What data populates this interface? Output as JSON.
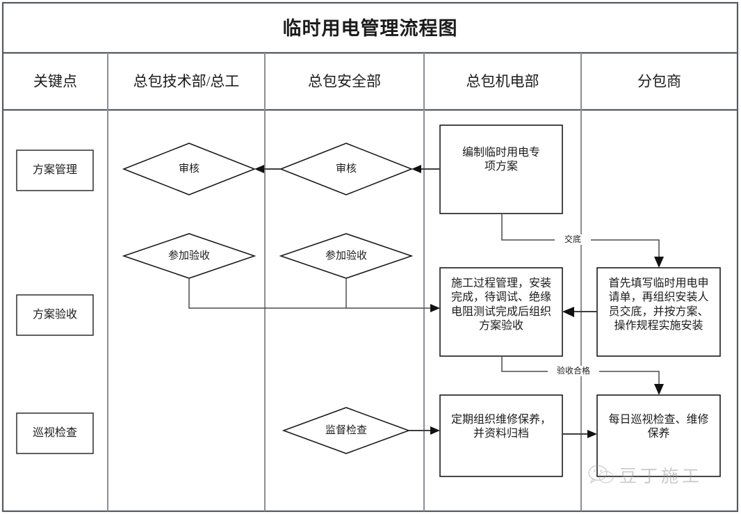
{
  "title": "临时用电管理流程图",
  "columns": [
    {
      "id": "key-points",
      "label": "关键点"
    },
    {
      "id": "tech-dept",
      "label": "总包技术部/总工"
    },
    {
      "id": "safety-dept",
      "label": "总包安全部"
    },
    {
      "id": "mech-elec",
      "label": "总包机电部"
    },
    {
      "id": "subcontract",
      "label": "分包商"
    }
  ],
  "key_points": [
    {
      "id": "plan-management",
      "label": "方案管理"
    },
    {
      "id": "plan-acceptance",
      "label": "方案验收"
    },
    {
      "id": "patrol-inspection",
      "label": "巡视检查"
    }
  ],
  "nodes": [
    {
      "id": "review-tech",
      "shape": "diamond",
      "column": "tech-dept",
      "label": "审核"
    },
    {
      "id": "review-safety",
      "shape": "diamond",
      "column": "safety-dept",
      "label": "审核"
    },
    {
      "id": "join-accept-tech",
      "shape": "diamond",
      "column": "tech-dept",
      "label": "参加验收"
    },
    {
      "id": "join-accept-safety",
      "shape": "diamond",
      "column": "safety-dept",
      "label": "参加验收"
    },
    {
      "id": "supervise-check",
      "shape": "diamond",
      "column": "safety-dept",
      "label": "监督检查"
    },
    {
      "id": "draft-plan",
      "shape": "rect",
      "column": "mech-elec",
      "label": "编制临时用电专\n项方案"
    },
    {
      "id": "process-mgmt",
      "shape": "rect",
      "column": "mech-elec",
      "label": "施工过程管理，安装\n完成，待调试、绝缘\n电阻测试完成后组织\n方案验收"
    },
    {
      "id": "maintenance-file",
      "shape": "rect",
      "column": "mech-elec",
      "label": "定期组织维修保养，\n并资料归档"
    },
    {
      "id": "apply-install",
      "shape": "rect",
      "column": "subcontract",
      "label": "首先填写临时用电申\n请单，再组织安装人\n员交底，并按方案、\n操作规程实施安装"
    },
    {
      "id": "daily-patrol",
      "shape": "rect",
      "column": "subcontract",
      "label": "每日巡视检查、维修\n保养"
    }
  ],
  "edges": [
    {
      "id": "draft-to-review-safety",
      "from": "draft-plan",
      "to": "review-safety",
      "label": ""
    },
    {
      "id": "review-safety-to-tech",
      "from": "review-safety",
      "to": "review-tech",
      "label": ""
    },
    {
      "id": "draft-to-apply",
      "from": "draft-plan",
      "to": "apply-install",
      "label": "交底"
    },
    {
      "id": "apply-to-process",
      "from": "apply-install",
      "to": "process-mgmt",
      "label": ""
    },
    {
      "id": "accept-tech-to-process",
      "from": "join-accept-tech",
      "to": "process-mgmt",
      "label": ""
    },
    {
      "id": "accept-safety-to-process",
      "from": "join-accept-safety",
      "to": "process-mgmt",
      "label": ""
    },
    {
      "id": "process-to-daily",
      "from": "process-mgmt",
      "to": "daily-patrol",
      "label": "验收合格"
    },
    {
      "id": "supervise-to-maint",
      "from": "supervise-check",
      "to": "maintenance-file",
      "label": ""
    },
    {
      "id": "maint-to-daily",
      "from": "maintenance-file",
      "to": "daily-patrol",
      "label": ""
    }
  ],
  "watermark": {
    "text": "豆丁施工",
    "logo": "wechat-icon"
  },
  "colors": {
    "background": "#ffffff",
    "frame": "#555b60",
    "column_divider": "#8a8f94",
    "shape_stroke": "#1a1a1a",
    "connector": "#3d3d3d",
    "text": "#1b1b1b",
    "watermark": "#8d8d8d"
  }
}
